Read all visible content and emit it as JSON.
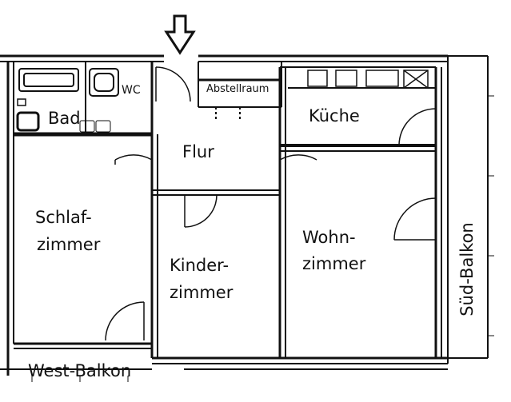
{
  "rooms": {
    "bad": "Bad",
    "wc": "WC",
    "abstellraum": "Abstellraum",
    "kueche": "Küche",
    "flur": "Flur",
    "schlafzimmer_1": "Schlaf-",
    "schlafzimmer_2": "zimmer",
    "kinderzimmer_1": "Kinder-",
    "kinderzimmer_2": "zimmer",
    "wohnzimmer_1": "Wohn-",
    "wohnzimmer_2": "zimmer",
    "west_balkon": "West-Balkon",
    "sued_balkon": "Süd-Balkon"
  },
  "colors": {
    "wall": "#111111",
    "background": "#ffffff"
  },
  "icons": {
    "entrance": "entrance-arrow-icon",
    "kitchen_sink": "sink-icon",
    "kitchen_stove": "stove-icon"
  }
}
